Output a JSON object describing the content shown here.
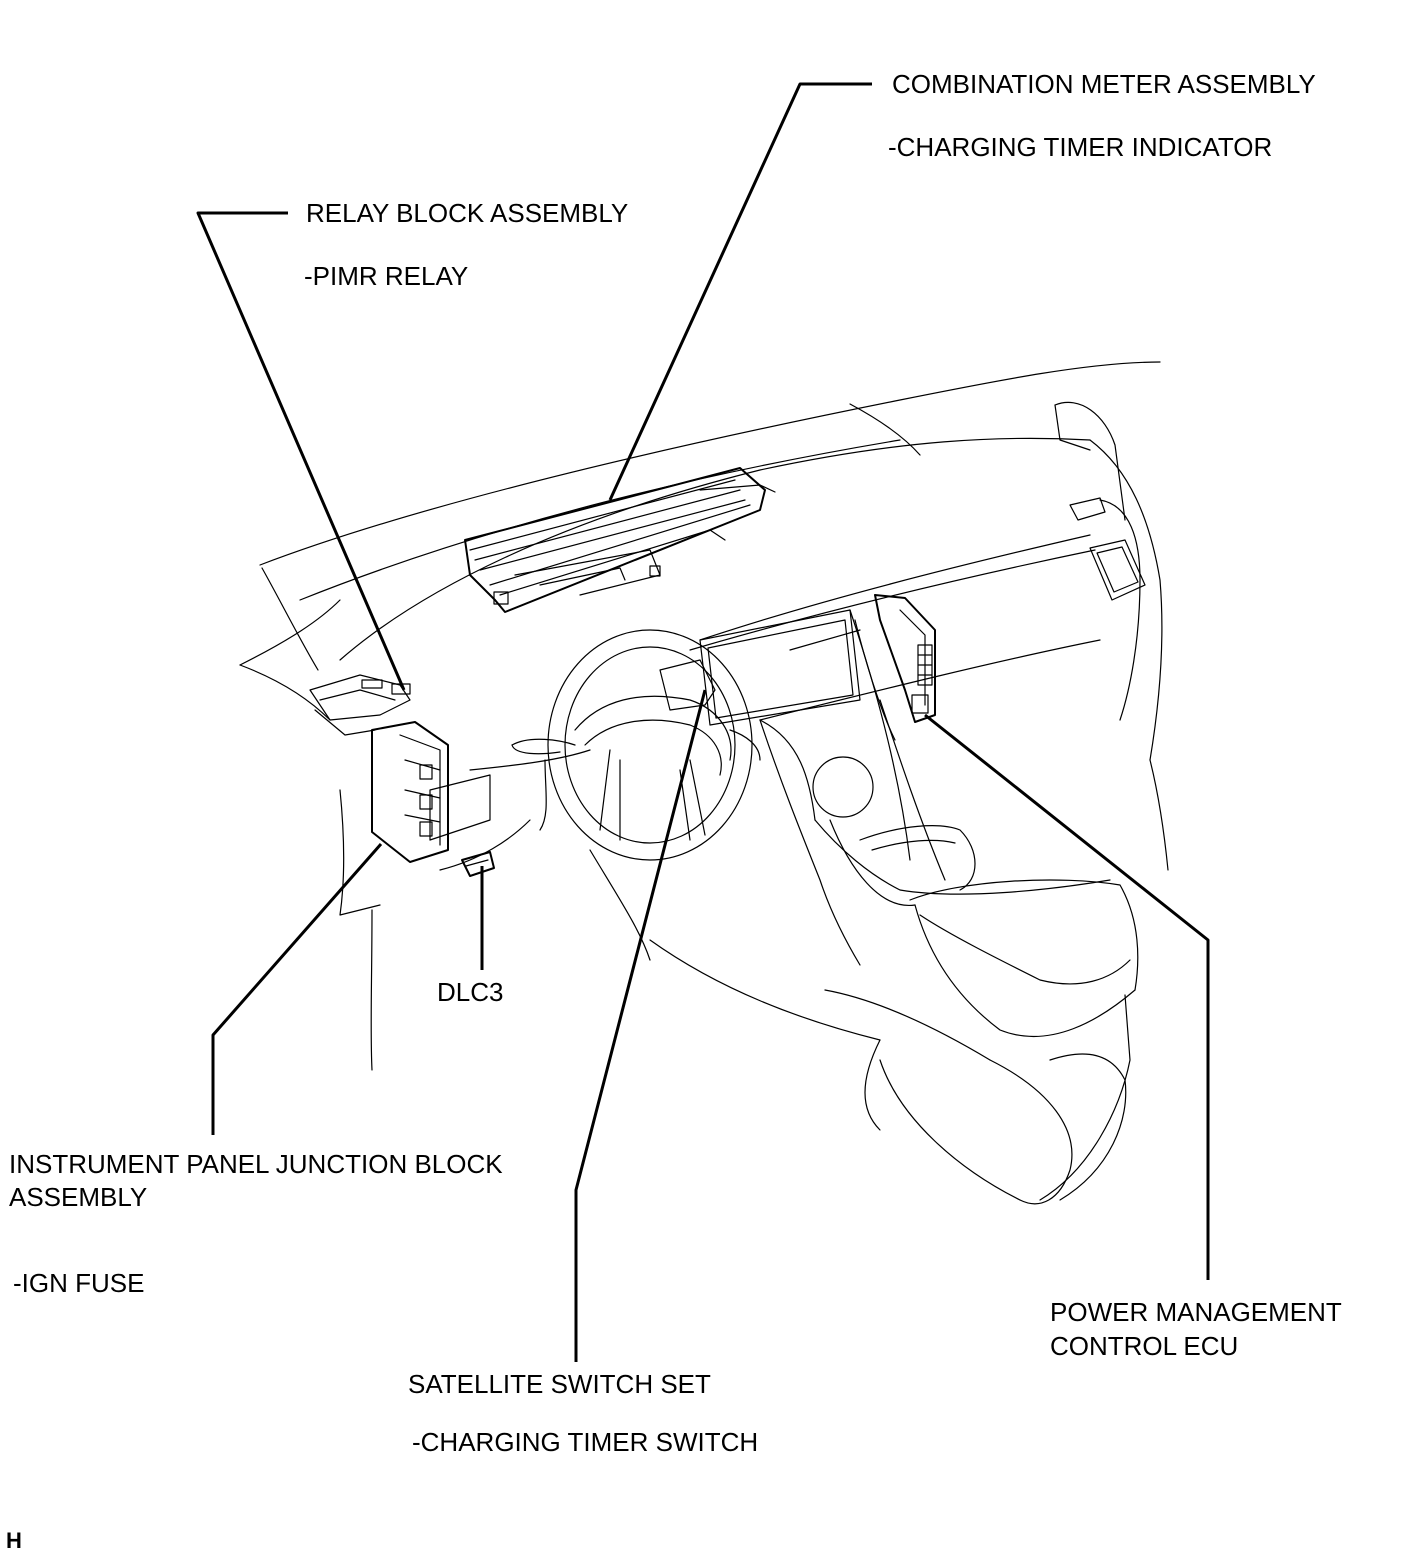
{
  "callouts": {
    "combination_meter": {
      "title": "COMBINATION METER ASSEMBLY",
      "sub": "-CHARGING TIMER INDICATOR"
    },
    "relay_block": {
      "title": "RELAY BLOCK ASSEMBLY",
      "sub": "-PIMR RELAY"
    },
    "dlc3": {
      "title": "DLC3"
    },
    "junction_block": {
      "title_line1": "INSTRUMENT PANEL JUNCTION BLOCK",
      "title_line2": "ASSEMBLY",
      "sub": "-IGN FUSE"
    },
    "satellite_switch": {
      "title": "SATELLITE SWITCH SET",
      "sub": "-CHARGING TIMER SWITCH"
    },
    "power_ecu": {
      "title_line1": "POWER MANAGEMENT",
      "title_line2": "CONTROL ECU"
    }
  },
  "corner_mark": "H"
}
